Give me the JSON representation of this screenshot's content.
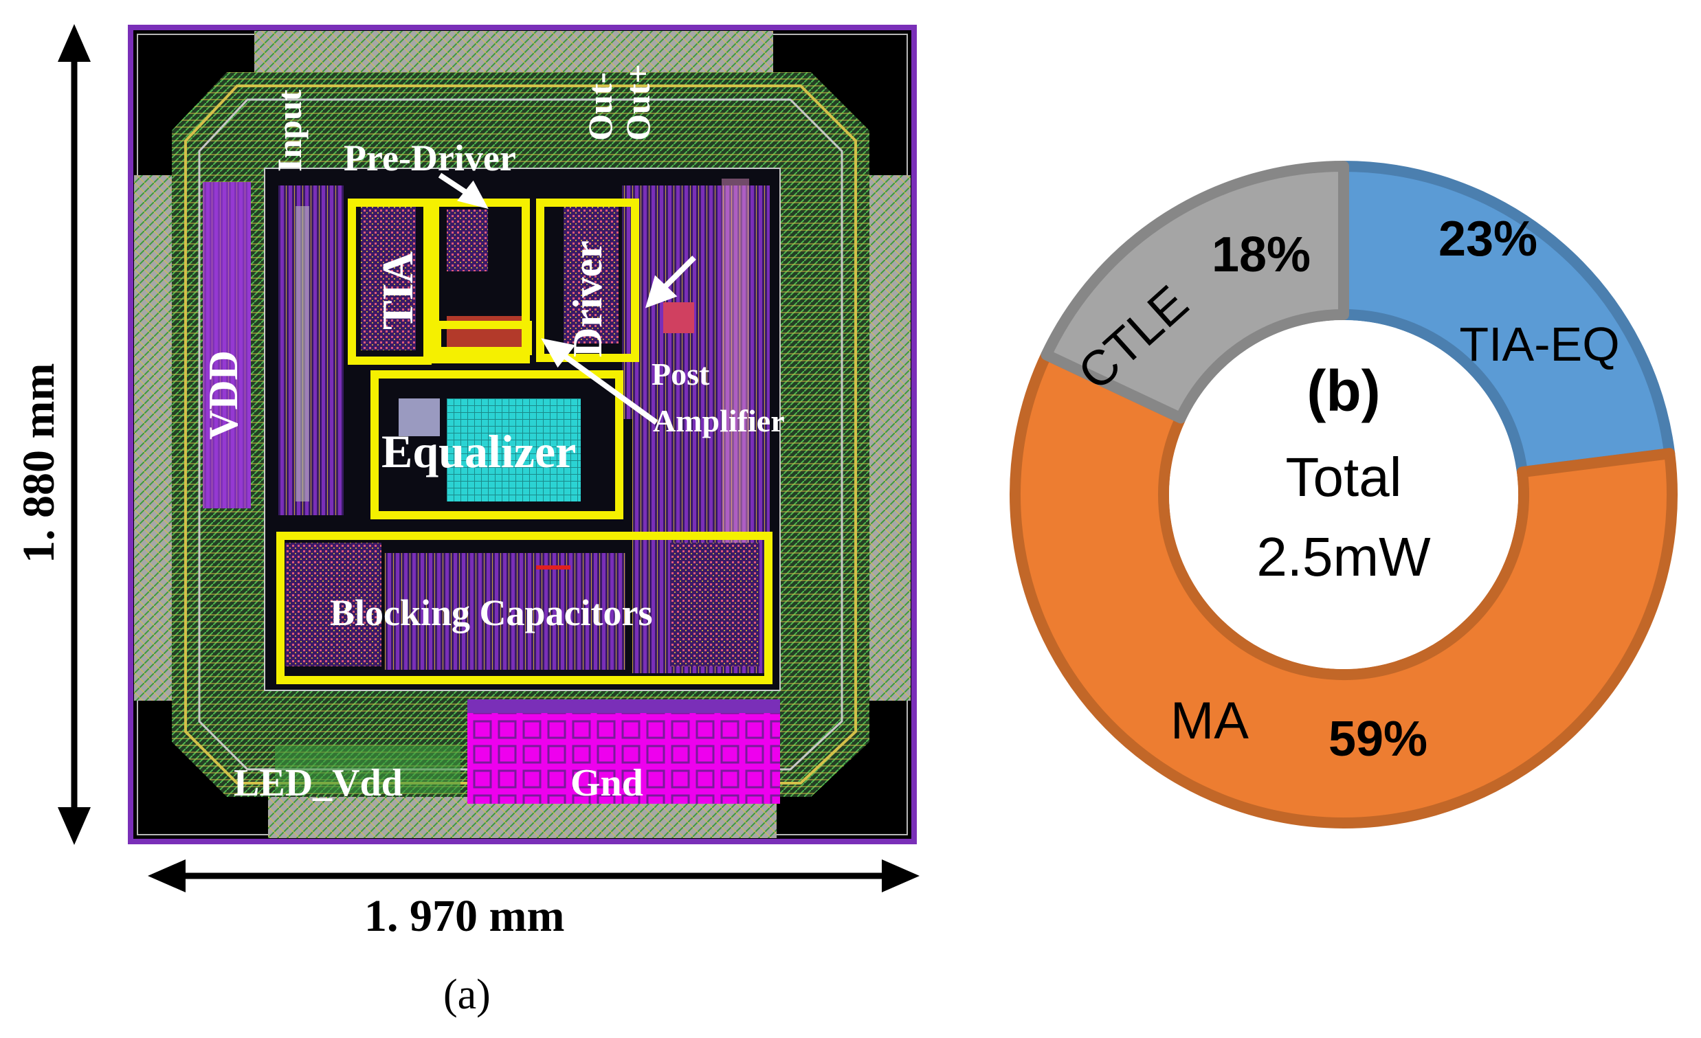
{
  "panel_a": {
    "caption": "(a)",
    "height_dim": "1. 880 mm",
    "width_dim": "1. 970 mm",
    "labels": {
      "input": "Input",
      "out_minus": "Out-",
      "out_plus": "Out+",
      "pre_driver": "Pre-Driver",
      "tia": "TIA",
      "driver": "Driver",
      "post": "Post",
      "amplifier": "Amplifier",
      "equalizer": "Equalizer",
      "blocking_capacitors": "Blocking Capacitors",
      "vdd": "VDD",
      "led_vdd": "LED_Vdd",
      "gnd": "Gnd"
    },
    "colors": {
      "die_black": "#000000",
      "metal_purple": "#7a2fb8",
      "pad_grey": "#a7a7a7",
      "route_green": "#3e9a3e",
      "highlight_yellow": "#f5f000",
      "gnd_magenta": "#ee00ee",
      "equalizer_cyan": "#2bd3d3"
    }
  },
  "panel_b": {
    "panel_label": "(b)",
    "center_line1": "Total",
    "center_line2": "2.5mW",
    "slice_labels": {
      "tia_eq": "TIA-EQ",
      "ma": "MA",
      "ctle": "CTLE"
    }
  },
  "chart_data": {
    "type": "pie",
    "variant": "donut",
    "categories": [
      "TIA-EQ",
      "MA",
      "CTLE"
    ],
    "values": [
      23,
      59,
      18
    ],
    "value_labels": [
      "23%",
      "59%",
      "18%"
    ],
    "colors": [
      "#5b9bd5",
      "#ed7d31",
      "#a5a5a5"
    ],
    "start_angle_deg": 0,
    "direction": "clockwise"
  }
}
